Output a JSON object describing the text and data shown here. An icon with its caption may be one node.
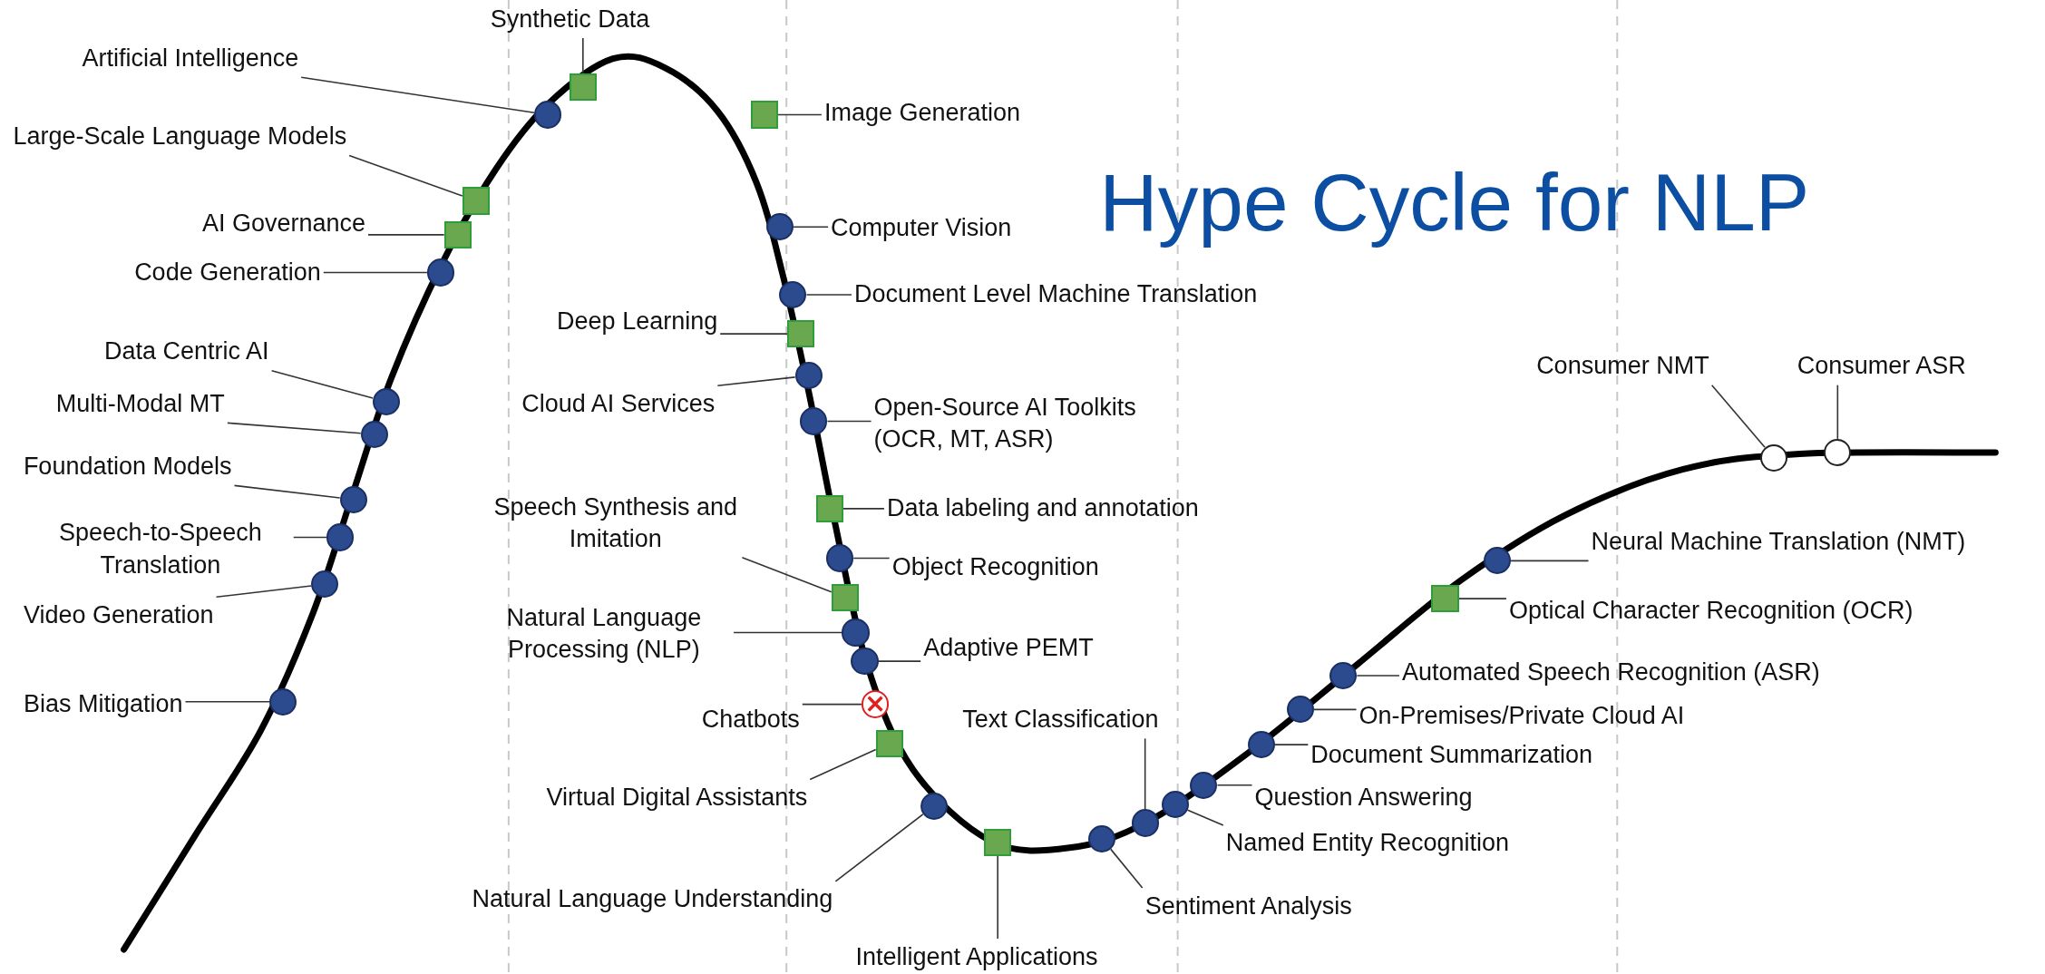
{
  "diagram": {
    "title": "Hype Cycle for NLP",
    "nodes": [
      {
        "text": [
          "Synthetic Data"
        ]
      },
      {
        "text": [],
        "shape": "box"
      },
      {
        "text": [
          "Artificial Intelligence"
        ]
      },
      {
        "text": [],
        "shape": "circle"
      },
      {
        "text": [
          "Large-Scale Language Models"
        ]
      },
      {
        "text": [],
        "shape": "box"
      },
      {
        "text": [
          "AI Governance"
        ]
      },
      {
        "text": [],
        "shape": "box"
      },
      {
        "text": [
          "Code Generation"
        ]
      },
      {
        "text": [],
        "shape": "circle"
      },
      {
        "text": [
          "Data Centric AI"
        ]
      },
      {
        "text": [],
        "shape": "circle"
      },
      {
        "text": [
          "Multi-Modal MT"
        ]
      },
      {
        "text": [],
        "shape": "circle"
      },
      {
        "text": [
          "Foundation Models"
        ]
      },
      {
        "text": [],
        "shape": "circle"
      },
      {
        "text": [
          "Speech-to-Speech Translation"
        ]
      },
      {
        "text": [],
        "shape": "circle"
      },
      {
        "text": [
          "Video Generation"
        ]
      },
      {
        "text": [],
        "shape": "circle"
      },
      {
        "text": [
          "Bias Mitigation"
        ]
      },
      {
        "text": [],
        "shape": "circle"
      },
      {
        "text": [
          "Image Generation"
        ]
      },
      {
        "text": [],
        "shape": "box"
      },
      {
        "text": [
          "Computer Vision"
        ]
      },
      {
        "text": [],
        "shape": "circle"
      },
      {
        "text": [
          "Document Level Machine Translation"
        ]
      },
      {
        "text": [],
        "shape": "circle"
      },
      {
        "text": [
          "Deep Learning"
        ]
      },
      {
        "text": [],
        "shape": "box"
      },
      {
        "text": [
          "Cloud AI Services"
        ]
      },
      {
        "text": [],
        "shape": "circle"
      },
      {
        "text": [
          "Open-Source AI Toolkits (OCR, MT, ASR)"
        ]
      },
      {
        "text": [],
        "shape": "circle"
      },
      {
        "text": [
          "Data labeling and annotation"
        ]
      },
      {
        "text": [],
        "shape": "box"
      },
      {
        "text": [
          "Speech Synthesis and Imitation"
        ]
      },
      {
        "text": [],
        "shape": "box"
      },
      {
        "text": [
          "Object Recognition"
        ]
      },
      {
        "text": [],
        "shape": "circle"
      },
      {
        "text": [
          "Natural Language Processing (NLP)"
        ]
      },
      {
        "text": [],
        "shape": "circle"
      },
      {
        "text": [
          "Adaptive PEMT"
        ]
      },
      {
        "text": [],
        "shape": "circle"
      },
      {
        "text": [
          "Chatbots"
        ]
      },
      {
        "text": [],
        "shape": "circle"
      },
      {
        "text": [
          "Virtual Digital Assistants"
        ]
      },
      {
        "text": [],
        "shape": "box"
      },
      {
        "text": [
          "Natural Language Understanding"
        ]
      },
      {
        "text": [],
        "shape": "circle"
      },
      {
        "text": [
          "Intelligent Applications"
        ]
      },
      {
        "text": [],
        "shape": "box"
      },
      {
        "text": [
          "Sentiment Analysis"
        ]
      },
      {
        "text": [],
        "shape": "circle"
      },
      {
        "text": [
          "Text Classification"
        ]
      },
      {
        "text": [],
        "shape": "circle"
      },
      {
        "text": [
          "Named Entity Recognition"
        ]
      },
      {
        "text": [],
        "shape": "circle"
      },
      {
        "text": [
          "Question Answering"
        ]
      },
      {
        "text": [],
        "shape": "circle"
      },
      {
        "text": [
          "Document Summarization"
        ]
      },
      {
        "text": [],
        "shape": "circle"
      },
      {
        "text": [
          "On-Premises/Private Cloud AI"
        ]
      },
      {
        "text": [],
        "shape": "circle"
      },
      {
        "text": [
          "Automated Speech Recognition (ASR)"
        ]
      },
      {
        "text": [],
        "shape": "circle"
      },
      {
        "text": [
          "Optical Character Recognition (OCR)"
        ]
      },
      {
        "text": [],
        "shape": "box"
      },
      {
        "text": [
          "Neural Machine Translation (NMT)"
        ]
      },
      {
        "text": [],
        "shape": "circle"
      },
      {
        "text": [
          "Consumer NMT"
        ]
      },
      {
        "text": [],
        "shape": "circle"
      },
      {
        "text": [
          "Consumer ASR"
        ]
      },
      {
        "text": [],
        "shape": "circle"
      }
    ],
    "edges": [
      {
        "from": 0,
        "to": 1,
        "arrow": "none"
      },
      {
        "from": 2,
        "to": 3,
        "arrow": "none"
      },
      {
        "from": 4,
        "to": 5,
        "arrow": "none"
      },
      {
        "from": 6,
        "to": 7,
        "arrow": "none"
      },
      {
        "from": 8,
        "to": 9,
        "arrow": "none"
      },
      {
        "from": 10,
        "to": 11,
        "arrow": "none"
      },
      {
        "from": 12,
        "to": 13,
        "arrow": "none"
      },
      {
        "from": 14,
        "to": 15,
        "arrow": "none"
      },
      {
        "from": 16,
        "to": 17,
        "arrow": "none"
      },
      {
        "from": 18,
        "to": 19,
        "arrow": "none"
      },
      {
        "from": 20,
        "to": 21,
        "arrow": "none"
      },
      {
        "from": 22,
        "to": 23,
        "arrow": "none"
      },
      {
        "from": 24,
        "to": 25,
        "arrow": "none"
      },
      {
        "from": 26,
        "to": 27,
        "arrow": "none"
      },
      {
        "from": 28,
        "to": 29,
        "arrow": "none"
      },
      {
        "from": 30,
        "to": 31,
        "arrow": "none"
      },
      {
        "from": 32,
        "to": 33,
        "arrow": "none"
      },
      {
        "from": 34,
        "to": 35,
        "arrow": "none"
      },
      {
        "from": 36,
        "to": 37,
        "arrow": "none"
      },
      {
        "from": 38,
        "to": 39,
        "arrow": "none"
      },
      {
        "from": 40,
        "to": 41,
        "arrow": "none"
      },
      {
        "from": 42,
        "to": 43,
        "arrow": "none"
      },
      {
        "from": 44,
        "to": 45,
        "arrow": "none"
      },
      {
        "from": 46,
        "to": 47,
        "arrow": "none"
      },
      {
        "from": 48,
        "to": 49,
        "arrow": "none"
      },
      {
        "from": 50,
        "to": 51,
        "arrow": "none"
      },
      {
        "from": 52,
        "to": 53,
        "arrow": "none"
      },
      {
        "from": 54,
        "to": 55,
        "arrow": "none"
      },
      {
        "from": 56,
        "to": 57,
        "arrow": "none"
      },
      {
        "from": 58,
        "to": 59,
        "arrow": "none"
      },
      {
        "from": 60,
        "to": 61,
        "arrow": "none"
      },
      {
        "from": 62,
        "to": 63,
        "arrow": "none"
      },
      {
        "from": 64,
        "to": 65,
        "arrow": "none"
      },
      {
        "from": 66,
        "to": 67,
        "arrow": "none"
      },
      {
        "from": 68,
        "to": 69,
        "arrow": "none"
      },
      {
        "from": 70,
        "to": 71,
        "arrow": "none"
      },
      {
        "from": 72,
        "to": 73,
        "arrow": "none"
      }
    ]
  }
}
